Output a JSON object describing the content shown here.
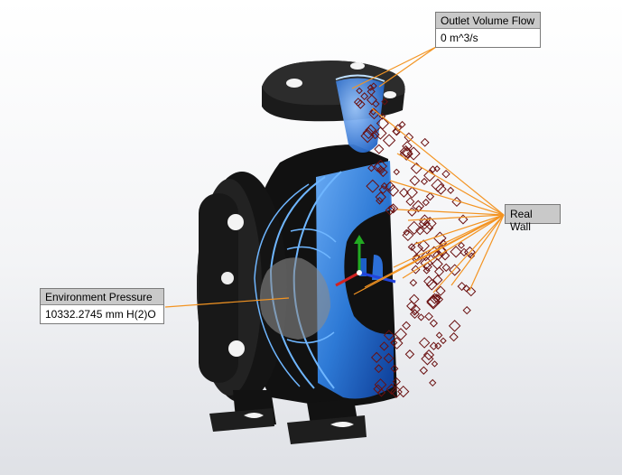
{
  "callouts": {
    "outlet_volume_flow": {
      "title": "Outlet Volume Flow",
      "value": "0 m^3/s"
    },
    "environment_pressure": {
      "title": "Environment Pressure",
      "value": "10332.2745 mm H(2)O"
    },
    "real_wall": {
      "title": "Real Wall"
    }
  },
  "colors": {
    "leader": "#f39422",
    "fluid": "#2f7fe0",
    "fluid_dark": "#0d3f9e",
    "body": "#161616",
    "mesh": "#6a1010"
  },
  "axis_triad": {
    "icon": "xyz-triad-icon",
    "x_color": "#d22222",
    "y_color": "#22aa22",
    "z_color": "#2244dd"
  }
}
